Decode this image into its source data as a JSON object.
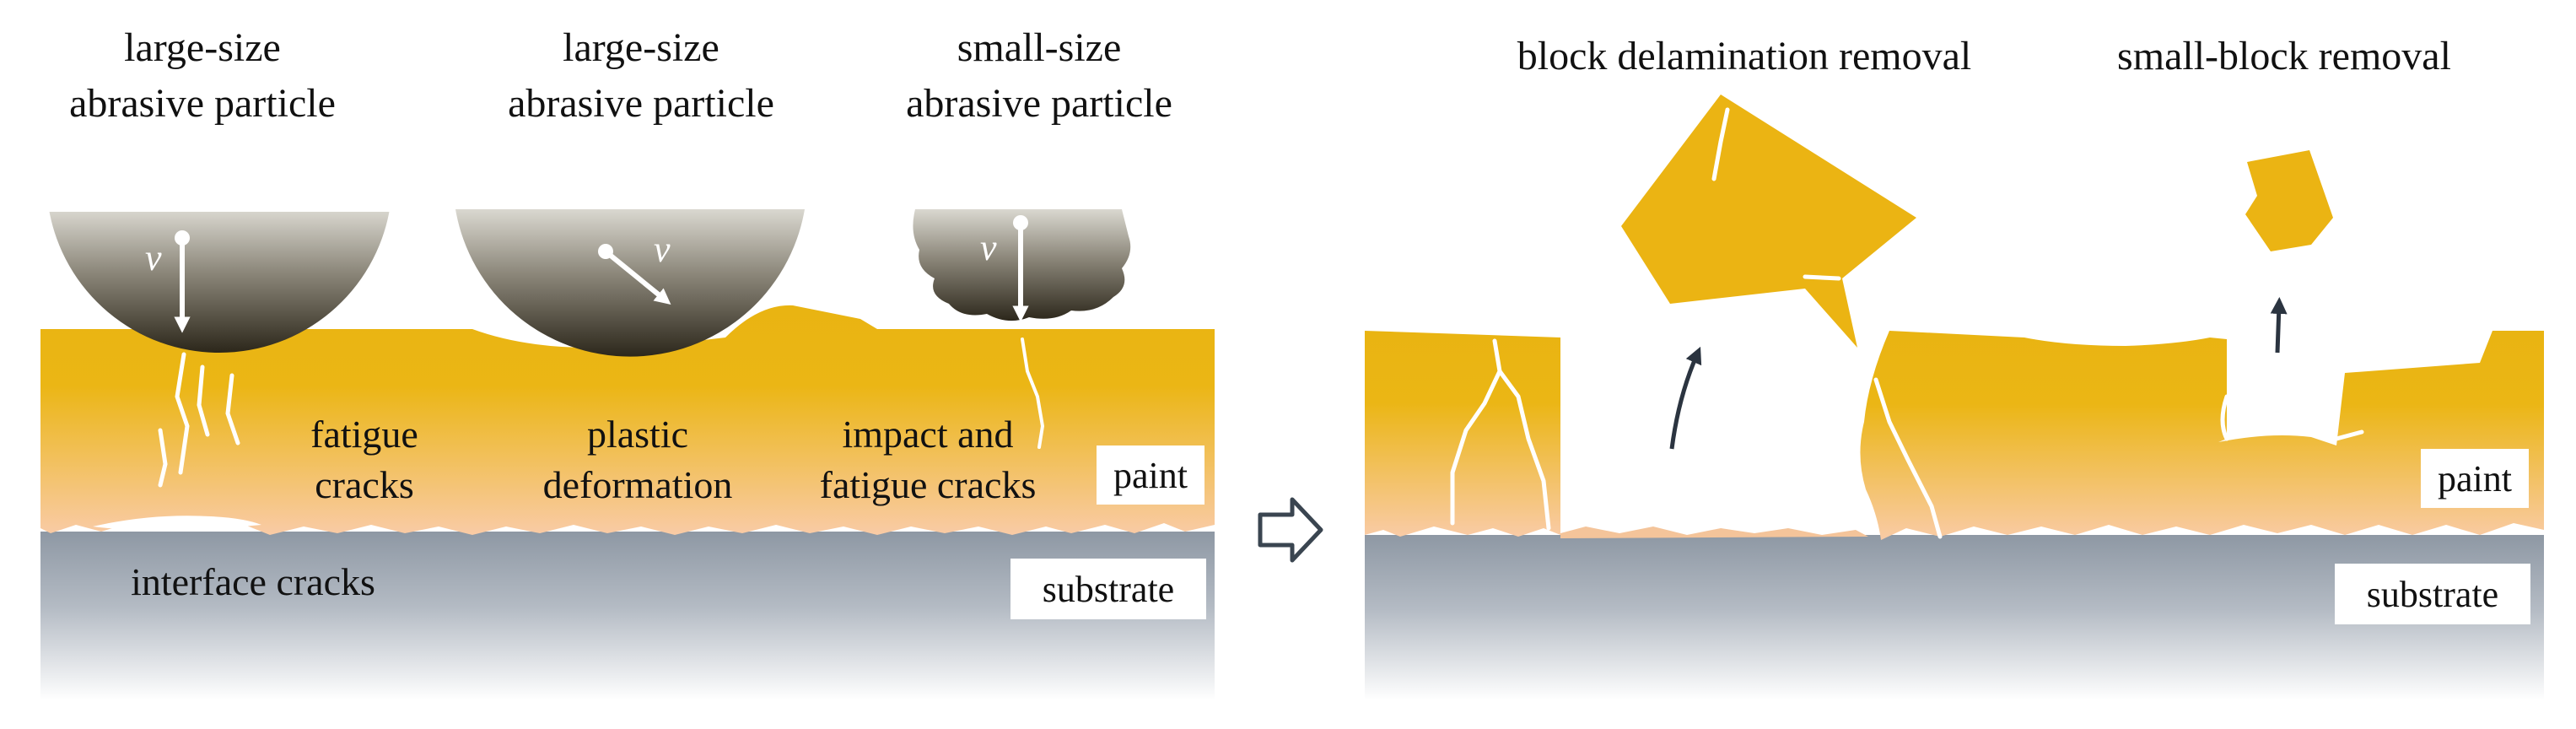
{
  "left_panel": {
    "particles": [
      {
        "line1": "large-size",
        "line2": "abrasive particle",
        "velocity": "v"
      },
      {
        "line1": "large-size",
        "line2": "abrasive particle",
        "velocity": "v"
      },
      {
        "line1": "small-size",
        "line2": "abrasive particle",
        "velocity": "v"
      }
    ],
    "mechanisms": [
      {
        "line1": "fatigue",
        "line2": "cracks"
      },
      {
        "line1": "plastic",
        "line2": "deformation"
      },
      {
        "line1": "impact and",
        "line2": "fatigue cracks"
      }
    ],
    "interface_label": "interface cracks",
    "paint_label": "paint",
    "substrate_label": "substrate"
  },
  "right_panel": {
    "removal_labels": [
      "block delamination removal",
      "small-block removal"
    ],
    "paint_label": "paint",
    "substrate_label": "substrate"
  },
  "colors": {
    "paint_top": "#E9B412",
    "paint_bottom": "#F8C8A0",
    "substrate_top": "#8E98A4",
    "substrate_bottom": "#FFFFFF",
    "particle_dark": "#2F2A1E",
    "particle_light": "#D8D6CE",
    "arrow_dark": "#2B3440"
  }
}
